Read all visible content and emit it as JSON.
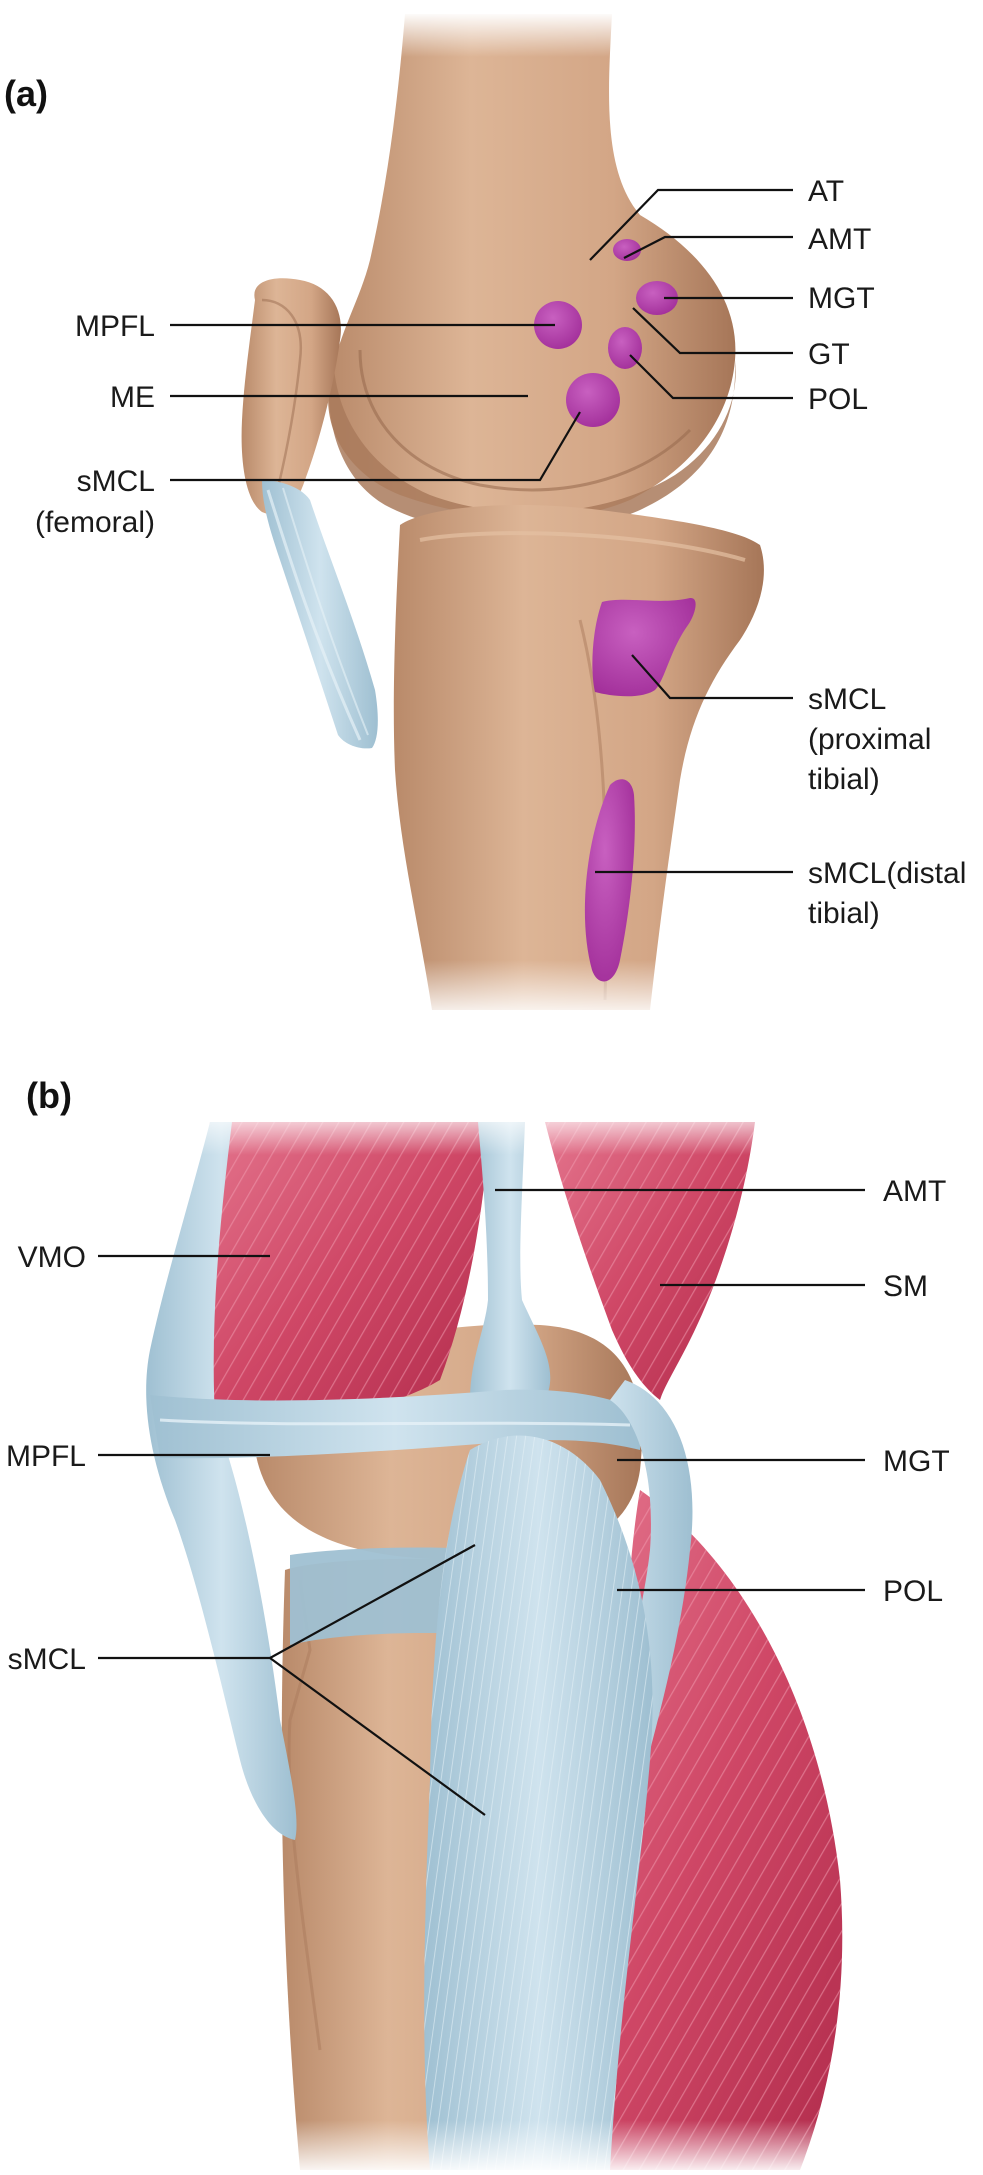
{
  "panel_a": {
    "label": "(a)",
    "labels": {
      "at": "AT",
      "amt": "AMT",
      "mgt": "MGT",
      "gt": "GT",
      "pol": "POL",
      "mpfl": "MPFL",
      "me": "ME",
      "smcl_fem_1": "sMCL",
      "smcl_fem_2": "(femoral)",
      "smcl_prox_1": "sMCL",
      "smcl_prox_2": "(proximal",
      "smcl_prox_3": "tibial)",
      "smcl_dist_1": "sMCL(distal",
      "smcl_dist_2": "tibial)"
    }
  },
  "panel_b": {
    "label": "(b)",
    "labels": {
      "amt": "AMT",
      "vmo": "VMO",
      "sm": "SM",
      "mpfl": "MPFL",
      "mgt": "MGT",
      "pol": "POL",
      "smcl": "sMCL"
    }
  },
  "colors": {
    "bone": "#d2a585",
    "bone_dark": "#a97a5c",
    "attachment": "#b03aa7",
    "ligament": "#b7d3e2",
    "muscle": "#c8415e"
  }
}
